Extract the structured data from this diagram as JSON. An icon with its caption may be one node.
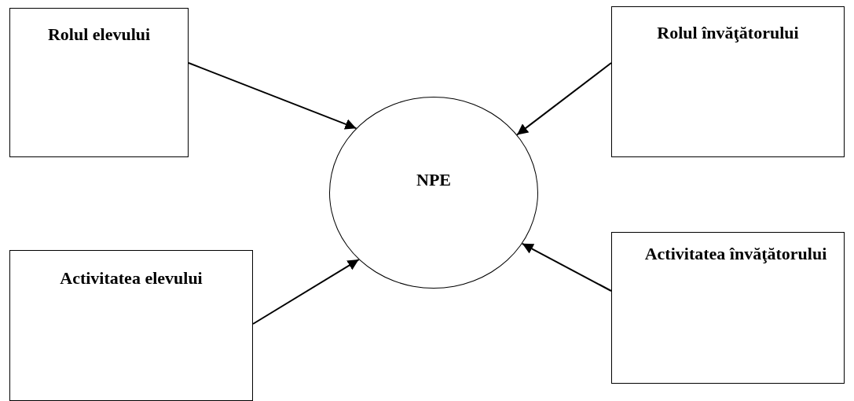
{
  "diagram": {
    "nodes": [
      {
        "text": [
          "Rolul elevului"
        ]
      },
      {
        "text": [
          "Rolul învăţătorului"
        ]
      },
      {
        "text": [
          "NPE"
        ]
      },
      {
        "text": [
          "Activitatea elevului"
        ]
      },
      {
        "text": [
          "Activitatea învăţătorului"
        ]
      }
    ],
    "edges": [
      {
        "from": 0,
        "to": 2,
        "arrow": "to"
      },
      {
        "from": 1,
        "to": 2,
        "arrow": "to"
      },
      {
        "from": 3,
        "to": 2,
        "arrow": "to"
      },
      {
        "from": 4,
        "to": 2,
        "arrow": "to"
      }
    ]
  }
}
